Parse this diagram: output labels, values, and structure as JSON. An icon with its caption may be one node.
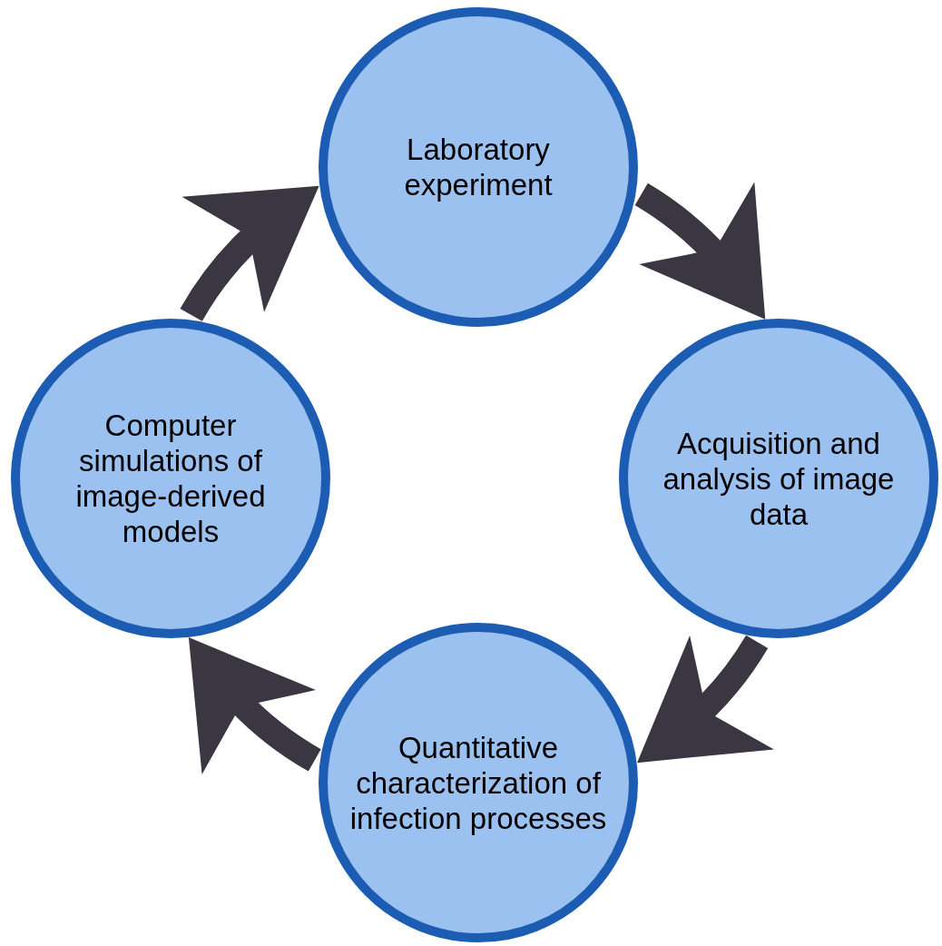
{
  "diagram": {
    "nodes": [
      {
        "text": [
          "Laboratory experiment"
        ]
      },
      {
        "text": [
          "Acquisition and analysis of image data"
        ]
      },
      {
        "text": [
          "Quantitative characterization of infection processes"
        ]
      },
      {
        "text": [
          "Computer simulations of image-derived models"
        ]
      }
    ],
    "edges": [
      {
        "from": 0,
        "to": 1,
        "arrow": "to"
      },
      {
        "from": 1,
        "to": 2,
        "arrow": "to"
      },
      {
        "from": 2,
        "to": 3,
        "arrow": "to"
      },
      {
        "from": 3,
        "to": 0,
        "arrow": "to"
      }
    ]
  }
}
